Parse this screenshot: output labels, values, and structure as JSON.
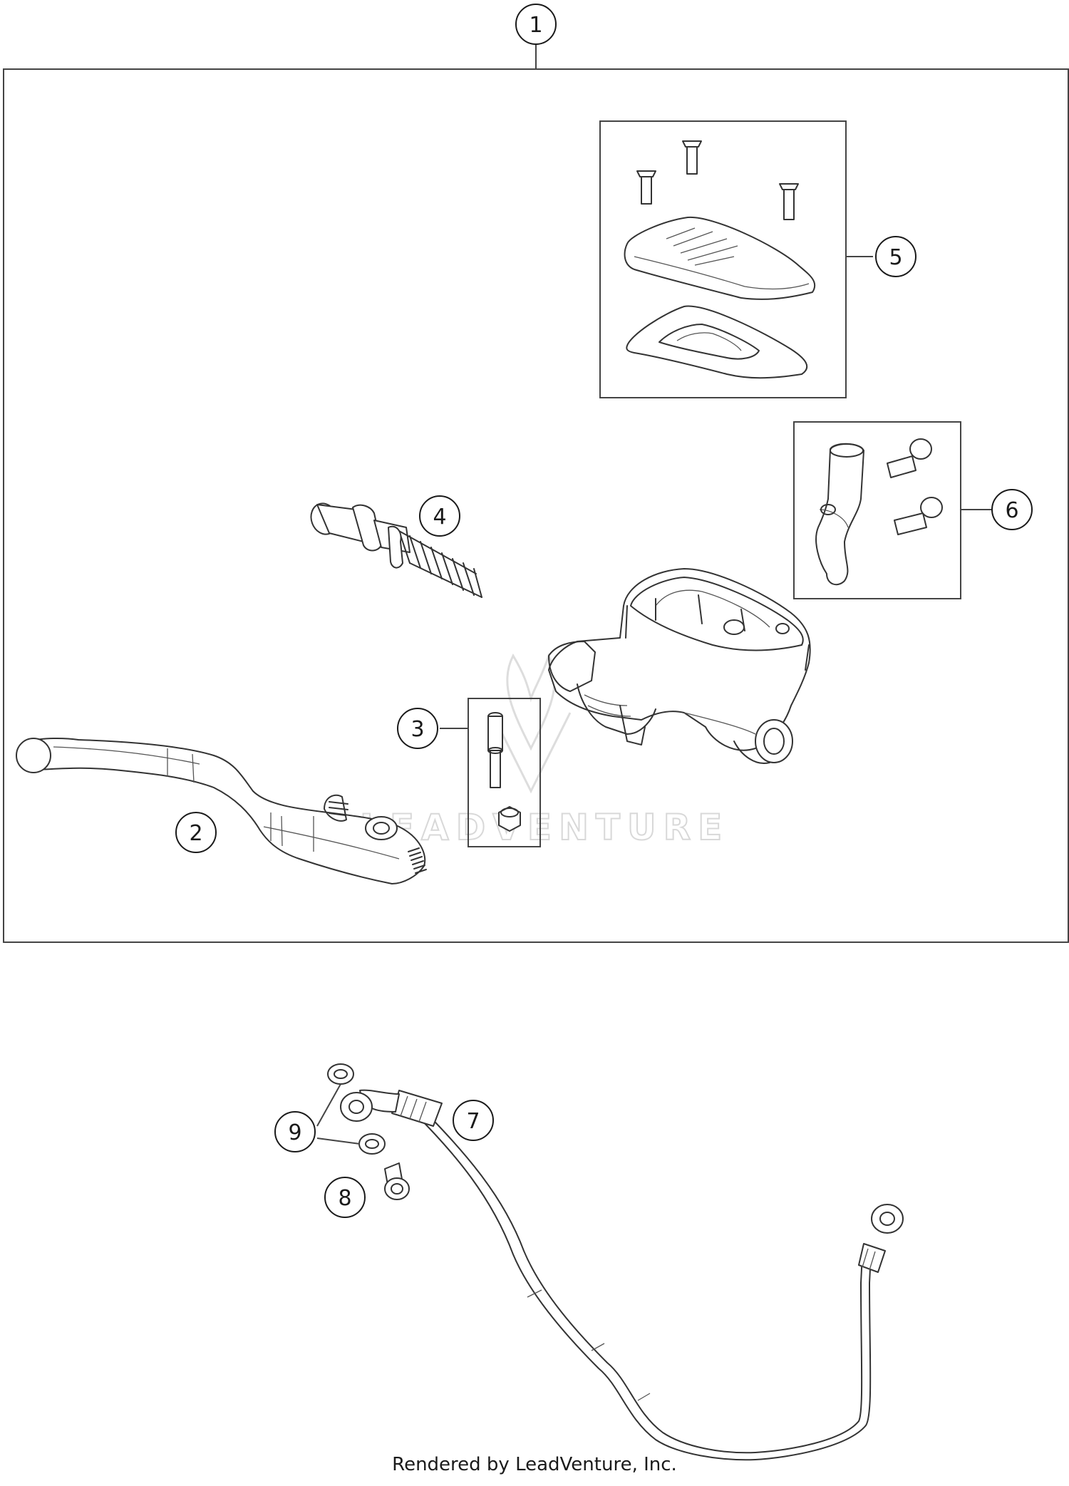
{
  "diagram": {
    "callouts": [
      {
        "id": "1",
        "label": "1"
      },
      {
        "id": "2",
        "label": "2"
      },
      {
        "id": "3",
        "label": "3"
      },
      {
        "id": "4",
        "label": "4"
      },
      {
        "id": "5",
        "label": "5"
      },
      {
        "id": "6",
        "label": "6"
      },
      {
        "id": "7",
        "label": "7"
      },
      {
        "id": "8",
        "label": "8"
      },
      {
        "id": "9",
        "label": "9"
      }
    ],
    "watermark": "LEADVENTURE",
    "footer": "Rendered by LeadVenture, Inc."
  },
  "colors": {
    "line": "#333333",
    "watermark": "#d8d8d8",
    "background": "#ffffff"
  }
}
